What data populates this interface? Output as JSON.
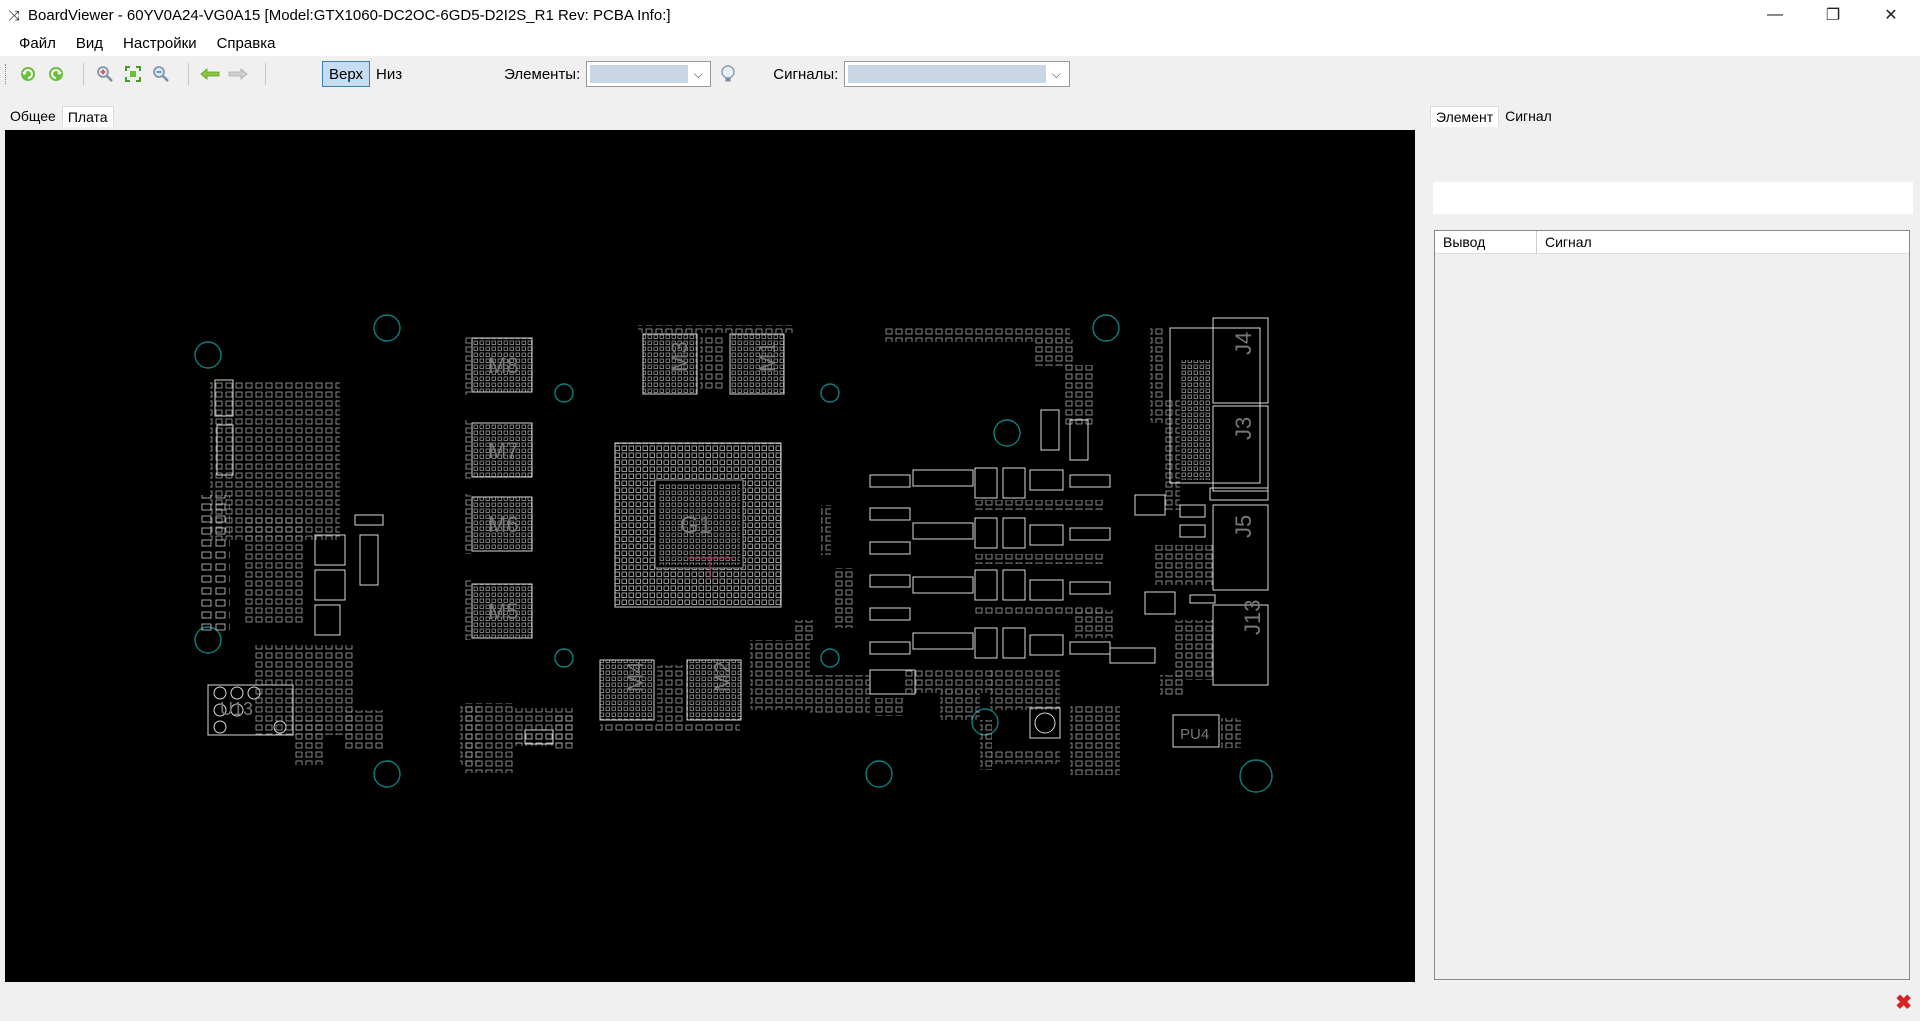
{
  "window": {
    "title": "BoardViewer  -  60YV0A24-VG0A15 [Model:GTX1060-DC2OC-6GD5-D2I2S_R1 Rev: PCBA Info:]",
    "app_icon": "crossed-arrows-icon",
    "controls": {
      "minimize": "—",
      "restore": "❐",
      "close": "✕"
    }
  },
  "menu": {
    "items": [
      {
        "label": "Файл"
      },
      {
        "label": "Вид"
      },
      {
        "label": "Настройки"
      },
      {
        "label": "Справка"
      }
    ]
  },
  "toolbar": {
    "layer_top": "Верх",
    "layer_bottom": "Низ",
    "elements_label": "Элементы:",
    "signals_label": "Сигналы:"
  },
  "left_tabs": [
    {
      "label": "Общее",
      "active": false
    },
    {
      "label": "Плата",
      "active": true
    }
  ],
  "right_tabs": [
    {
      "label": "Элемент",
      "active": true
    },
    {
      "label": "Сигнал",
      "active": false
    }
  ],
  "pin_table": {
    "columns": [
      "Вывод",
      "Сигнал"
    ]
  },
  "board": {
    "components": {
      "M8": "M8",
      "M7": "M7",
      "M6": "M6",
      "M5": "M5",
      "M3": "M3",
      "M1": "M1",
      "M4": "M4",
      "M2": "M2",
      "G1": "G1",
      "J4": "J4",
      "J3": "J3",
      "J5": "J5",
      "J13": "J13",
      "PU4": "PU4",
      "U13": "U13"
    }
  },
  "colors": {
    "board_bg": "#000000",
    "outline": "#d9d9d9",
    "mounting_hole": "#0f7f7f",
    "accent_close": "#d92222"
  }
}
